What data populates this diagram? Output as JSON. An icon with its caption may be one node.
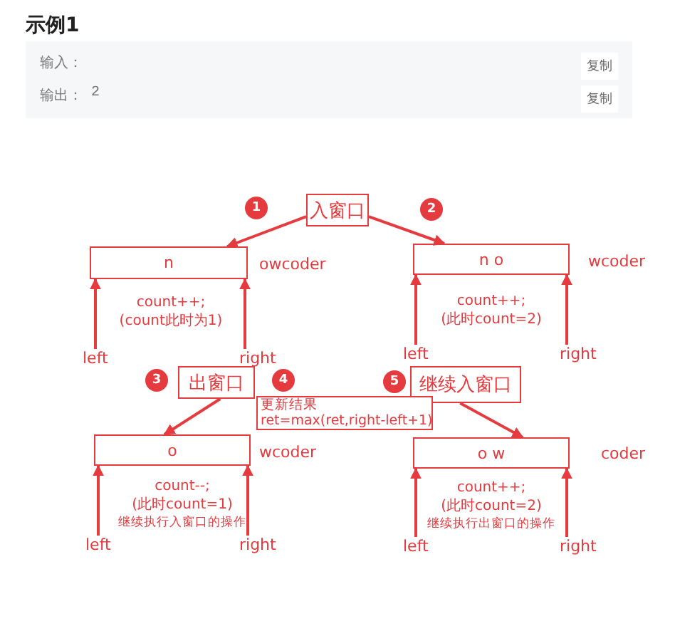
{
  "diagram": {
    "title": "示例1",
    "nodes": [
      {
        "text": [
          "入窗口"
        ]
      },
      {
        "text": [
          "1"
        ]
      },
      {
        "text": [
          "2"
        ]
      },
      {
        "text": [
          "n"
        ],
        "beside": [
          "owcoder"
        ]
      },
      {
        "text": [
          "n o"
        ],
        "beside": [
          "wcoder"
        ]
      },
      {
        "text": [
          "left"
        ]
      },
      {
        "text": [
          "right"
        ]
      },
      {
        "text": [
          "left"
        ]
      },
      {
        "text": [
          "right"
        ]
      },
      {
        "text": [
          "3"
        ]
      },
      {
        "text": [
          "出窗口"
        ]
      },
      {
        "text": [
          "4"
        ]
      },
      {
        "text": [
          "5"
        ]
      },
      {
        "text": [
          "继续入窗口"
        ]
      },
      {
        "text": [
          "更新结果",
          "ret=max(ret,right-left+1)"
        ]
      },
      {
        "text": [
          "o"
        ],
        "beside": [
          "wcoder"
        ]
      },
      {
        "text": [
          "o w"
        ],
        "beside": [
          "coder"
        ]
      },
      {
        "text": [
          "left"
        ]
      },
      {
        "text": [
          "right"
        ]
      },
      {
        "text": [
          "left"
        ]
      },
      {
        "text": [
          "right"
        ]
      }
    ],
    "edges": [
      {
        "from": 0,
        "to": 3,
        "arrow": "to"
      },
      {
        "from": 0,
        "to": 4,
        "arrow": "to"
      },
      {
        "from": 5,
        "to": 3,
        "arrow": "to"
      },
      {
        "from": 6,
        "to": 3,
        "arrow": "to"
      },
      {
        "from": 7,
        "to": 4,
        "arrow": "to"
      },
      {
        "from": 8,
        "to": 4,
        "arrow": "to"
      },
      {
        "from": 10,
        "to": 15,
        "arrow": "to"
      },
      {
        "from": 13,
        "to": 16,
        "arrow": "to"
      },
      {
        "from": 17,
        "to": 15,
        "arrow": "to"
      },
      {
        "from": 18,
        "to": 15,
        "arrow": "to"
      },
      {
        "from": 19,
        "to": 16,
        "arrow": "to"
      },
      {
        "from": 20,
        "to": 16,
        "arrow": "to"
      }
    ],
    "labels": [
      "输入：",
      "复制",
      "输出：",
      "2",
      "复制",
      "count++;",
      "(count此时为1)",
      "count++;",
      "(此时count=2)",
      "count--;",
      "(此时count=1)",
      "继续执行入窗口的操作",
      "count++;",
      "(此时count=2)",
      "继续执行出窗口的操作"
    ]
  }
}
